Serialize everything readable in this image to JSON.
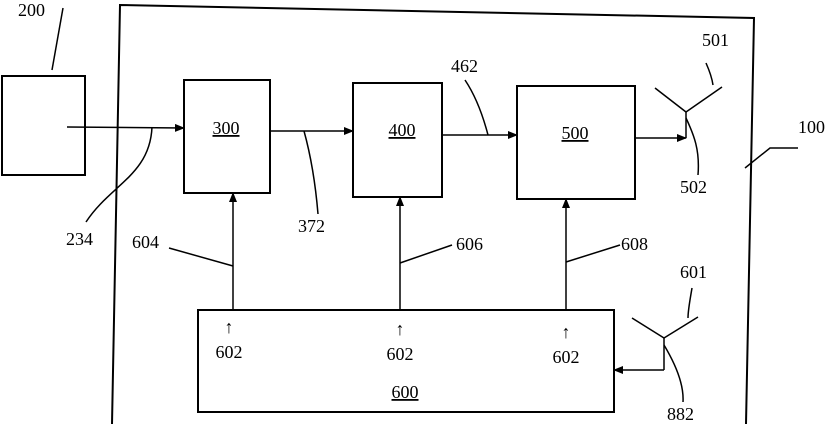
{
  "blocks": {
    "b200": {
      "ref": "200"
    },
    "b100": {
      "ref": "100"
    },
    "b300": {
      "ref": "300"
    },
    "b400": {
      "ref": "400"
    },
    "b500": {
      "ref": "500"
    },
    "b600": {
      "ref": "600"
    }
  },
  "refs": {
    "r234": "234",
    "r372": "372",
    "r462": "462",
    "r501": "501",
    "r502": "502",
    "r601": "601",
    "r882": "882",
    "r604": "604",
    "r606": "606",
    "r608": "608",
    "r602a": "602",
    "r602b": "602",
    "r602c": "602"
  },
  "glyphs": {
    "up_arrow": "↑"
  }
}
